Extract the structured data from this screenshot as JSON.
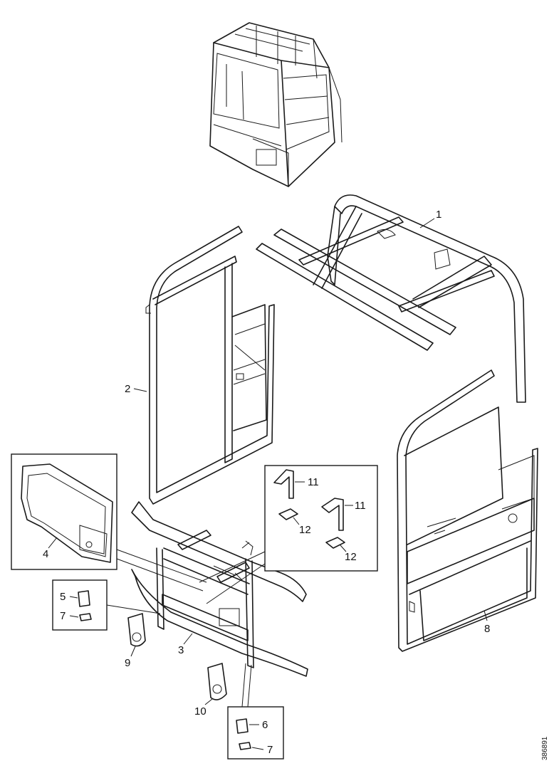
{
  "callouts": {
    "c1": "1",
    "c2": "2",
    "c3": "3",
    "c4": "4",
    "c5": "5",
    "c6": "6",
    "c7a": "7",
    "c7b": "7",
    "c8": "8",
    "c9": "9",
    "c10": "10",
    "c11a": "11",
    "c11b": "11",
    "c12a": "12",
    "c12b": "12"
  },
  "document_id": "386891"
}
